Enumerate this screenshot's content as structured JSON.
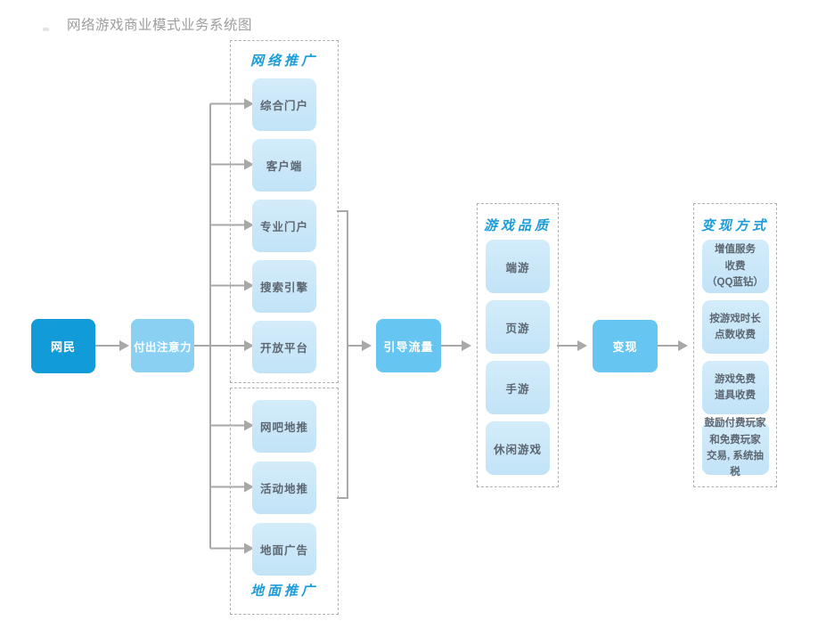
{
  "title": "网络游戏商业模式业务系统图",
  "nodes": {
    "netizen": "网民",
    "attention": "付出注意力",
    "guide_traffic": "引导流量",
    "monetize": "变现"
  },
  "groups": {
    "net_promo": {
      "label": "网络推广",
      "items": [
        "综合门户",
        "客户端",
        "专业门户",
        "搜索引擎",
        "开放平台"
      ]
    },
    "ground_promo": {
      "label": "地面推广",
      "items": [
        "网吧地推",
        "活动地推",
        "地面广告"
      ]
    },
    "game_quality": {
      "label": "游戏品质",
      "items": [
        "端游",
        "页游",
        "手游",
        "休闲游戏"
      ]
    },
    "monetize_methods": {
      "label": "变现方式",
      "items": [
        "增值服务\n收费\n（QQ蓝钻）",
        "按游戏时长\n点数收费",
        "游戏免费\n道具收费",
        "鼓励付费玩家\n和免费玩家\n交易, 系统抽税"
      ]
    }
  },
  "colors": {
    "primary_node": "#119bd8",
    "secondary_node": "#89d0f3",
    "flow_node": "#66c6f1",
    "item_box": "#c2e3f7",
    "item_text": "#5d6772",
    "group_label": "#1e9cd7",
    "connector": "#a8a8a8",
    "dashed_border": "#b0b0b0",
    "title_text": "#9d9d9d"
  }
}
